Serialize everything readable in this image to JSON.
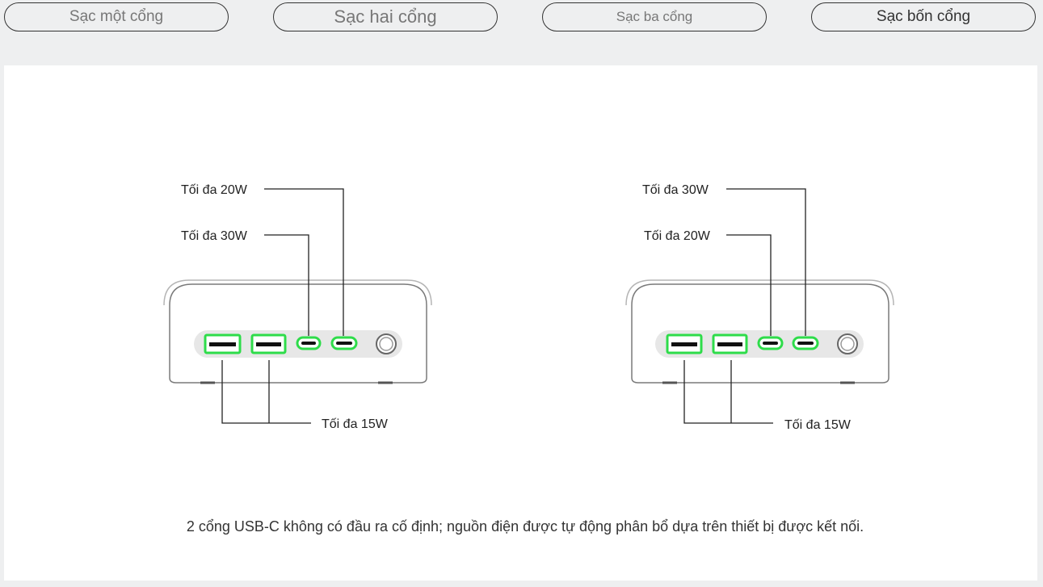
{
  "tabs": [
    {
      "label": "Sạc một cổng"
    },
    {
      "label": "Sạc hai cổng"
    },
    {
      "label": "Sạc ba cổng"
    },
    {
      "label": "Sạc bốn cổng",
      "active": true
    }
  ],
  "diagrams": [
    {
      "label_top": "Tối đa 20W",
      "label_mid": "Tối đa 30W",
      "label_bottom": "Tối đa 15W"
    },
    {
      "label_top": "Tối đa 30W",
      "label_mid": "Tối đa 20W",
      "label_bottom": "Tối đa 15W"
    }
  ],
  "caption": "2 cổng USB-C không có đầu ra cố định; nguồn điện được tự động phân bổ dựa trên thiết bị được kết nối.",
  "colors": {
    "port_highlight": "#2edc4a",
    "line": "#222222",
    "device_outline": "#7a7a7a"
  },
  "icons": [
    "usb-a-port-icon",
    "usb-c-port-icon",
    "power-button-icon"
  ]
}
